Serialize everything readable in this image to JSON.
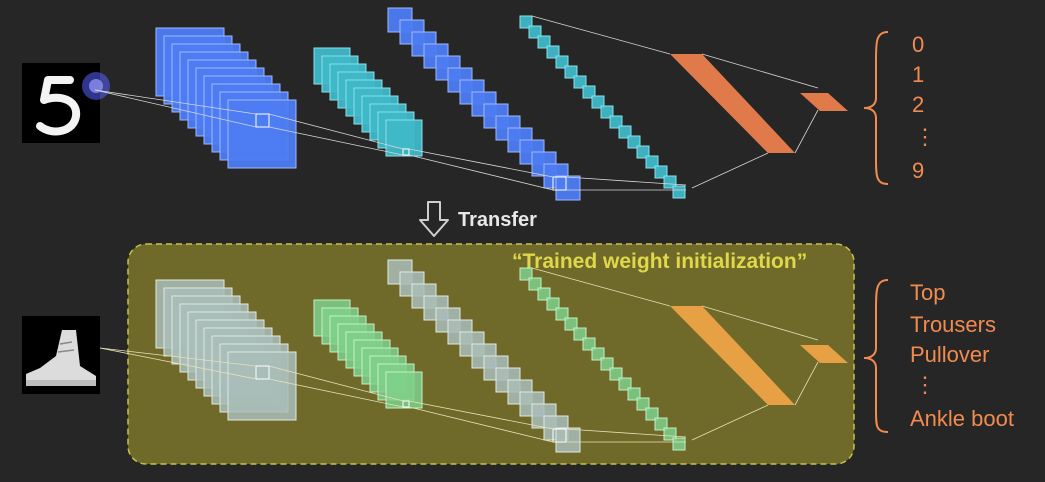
{
  "top_network": {
    "input_digit": "5",
    "outputs": [
      "0",
      "1",
      "2",
      "⋮",
      "9"
    ]
  },
  "transfer": {
    "label": "Transfer"
  },
  "bottom_network": {
    "box_label": "“Trained weight initialization”",
    "outputs": [
      "Top",
      "Trousers",
      "Pullover",
      "⋮",
      "Ankle boot"
    ]
  },
  "colors": {
    "background": "#262626",
    "conv_blue": "#4d7cf2",
    "conv_teal": "#3fb8c8",
    "dense_orange": "#e07a4a",
    "label_orange": "#f28b4f",
    "box_fill": "#6f6a2a",
    "box_border": "#c9c24a",
    "box_label": "#e0d84a",
    "bottom_gray": "#a9bdb8",
    "bottom_green": "#7fd08a",
    "bottom_dense": "#e8a044"
  },
  "icons": {
    "transfer_arrow": "down-arrow-icon",
    "mnist_image": "digit-five-image",
    "fashion_image": "ankle-boot-image"
  }
}
